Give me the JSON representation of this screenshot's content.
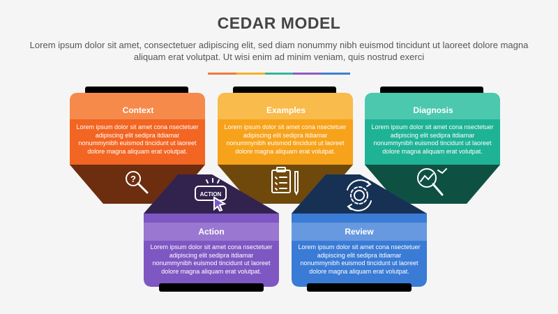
{
  "header": {
    "title": "CEDAR MODEL",
    "intro": "Lorem ipsum dolor sit amet, consectetuer adipiscing elit, sed diam nonummy nibh euismod tincidunt ut laoreet dolore magna aliquam erat volutpat. Ut wisi enim ad minim veniam, quis nostrud exerci",
    "underline_colors": [
      "#f07a3a",
      "#f4b223",
      "#2fb89a",
      "#8e5bc0",
      "#3f7fd1"
    ]
  },
  "cards": [
    {
      "title": "Context",
      "body": "Lorem ipsum dolor sit amet cona nsectetuer adipiscing elit sedipra itdiamar nonummynibh euismod tincidunt ut laoreet dolore magna aliquam erat volutpat.",
      "icon": "question-magnifier-icon",
      "color": "#f26522",
      "header_color": "#f58a4b",
      "dark_color": "#d4501a"
    },
    {
      "title": "Examples",
      "body": "Lorem ipsum dolor sit amet cona nsectetuer adipiscing elit sedipra itdiamar nonummynibh euismod tincidunt ut laoreet dolore magna aliquam erat volutpat.",
      "icon": "clipboard-checklist-icon",
      "color": "#f7a21b",
      "header_color": "#f9bb4c",
      "dark_color": "#dc8c12"
    },
    {
      "title": "Diagnosis",
      "body": "Lorem ipsum dolor sit amet cona nsectetuer adipiscing elit sedipra itdiamar nonummynibh euismod tincidunt ut laoreet dolore magna aliquam erat volutpat.",
      "icon": "chart-magnifier-icon",
      "color": "#1fb396",
      "header_color": "#4cc8ae",
      "dark_color": "#17947c"
    },
    {
      "title": "Action",
      "body": "Lorem ipsum dolor sit amet cona nsectetuer adipiscing elit sedipra itdiamar nonummynibh euismod tincidunt ut laoreet dolore magna aliquam erat volutpat.",
      "icon": "action-click-icon",
      "icon_text": "ACTION",
      "color": "#7e57c2",
      "header_color": "#9a78d1",
      "dark_color": "#6a45ad"
    },
    {
      "title": "Review",
      "body": "Lorem ipsum dolor sit amet cona nsectetuer adipiscing elit sedipra itdiamar nonummynibh euismod tincidunt ut laoreet dolore magna aliquam erat volutpat.",
      "icon": "gear-cycle-icon",
      "color": "#3a7bd5",
      "header_color": "#6799e0",
      "dark_color": "#2e66b8"
    }
  ]
}
